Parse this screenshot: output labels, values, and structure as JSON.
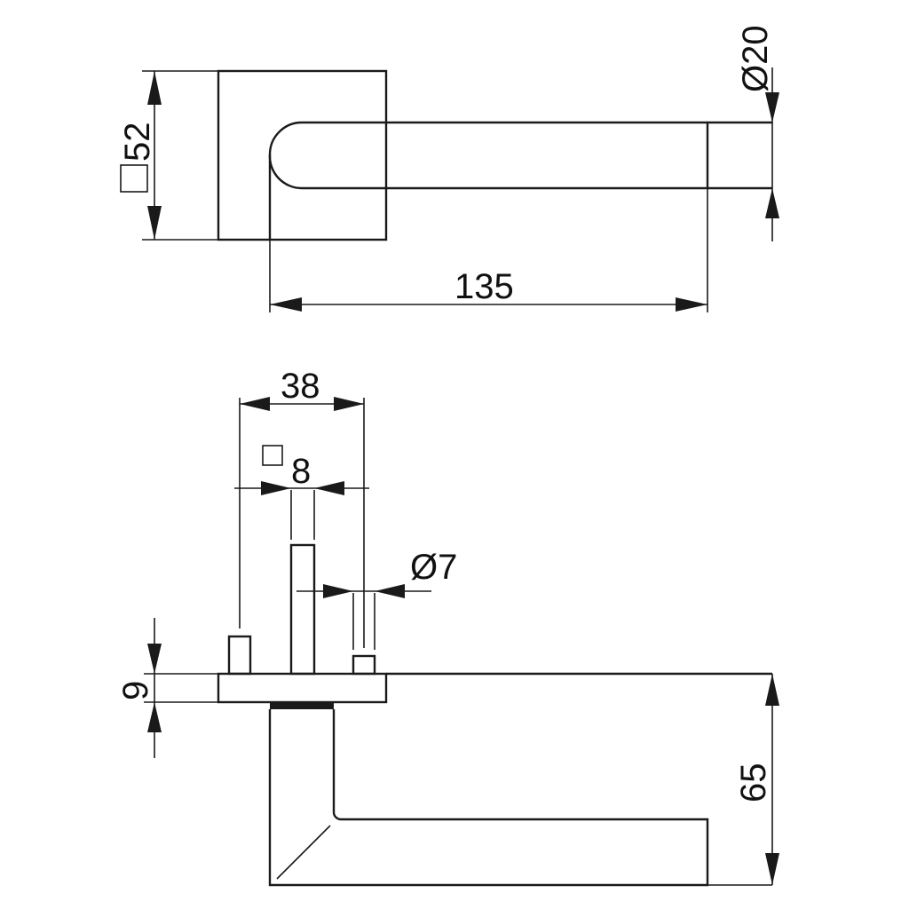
{
  "top_view": {
    "rose_size": "52",
    "lever_length": "135",
    "lever_diameter": "20"
  },
  "side_view": {
    "spacing": "38",
    "spindle_square": "8",
    "screw_diameter": "7",
    "rose_thickness": "9",
    "lever_height": "65"
  },
  "symbols": {
    "diameter": "Ø",
    "square": "square-symbol-icon"
  }
}
